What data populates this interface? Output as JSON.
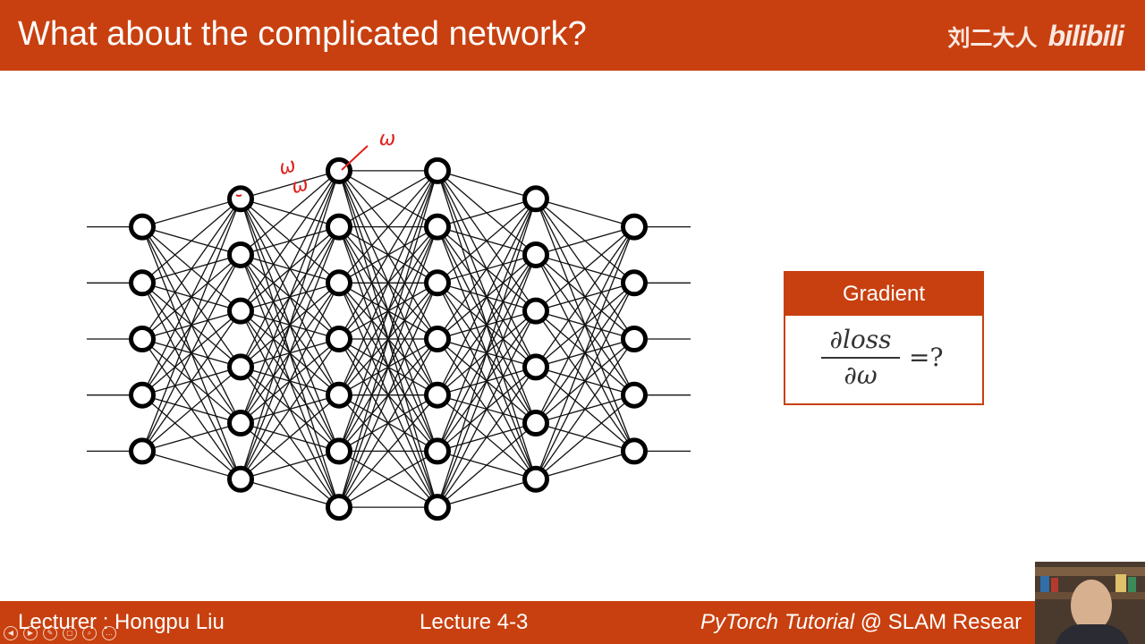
{
  "slide": {
    "title": "What about the complicated network?",
    "watermark": {
      "name": "刘二大人",
      "logo": "bilibili"
    }
  },
  "gradient_box": {
    "header": "Gradient",
    "numerator": "∂loss",
    "denominator": "∂ω",
    "suffix": "=?"
  },
  "annotations": [
    "ω",
    "ω",
    "ω"
  ],
  "network": {
    "layers": [
      5,
      6,
      7,
      7,
      6,
      5
    ],
    "input_lines": 5,
    "output_lines": 5
  },
  "footer": {
    "lecturer": "Lecturer : Hongpu Liu",
    "lecture": "Lecture 4-3",
    "course_italic": "PyTorch Tutorial",
    "course_rest": " @ SLAM Resear"
  },
  "player": {
    "controls": [
      "prev-icon",
      "play-icon",
      "pen-icon",
      "copy-icon",
      "zoom-icon",
      "more-icon"
    ],
    "glyphs": [
      "◀",
      "▶",
      "✎",
      "▢",
      "⌕",
      "…"
    ]
  },
  "colors": {
    "accent": "#c8400f",
    "annotation": "#e0201c",
    "text": "#333333"
  }
}
